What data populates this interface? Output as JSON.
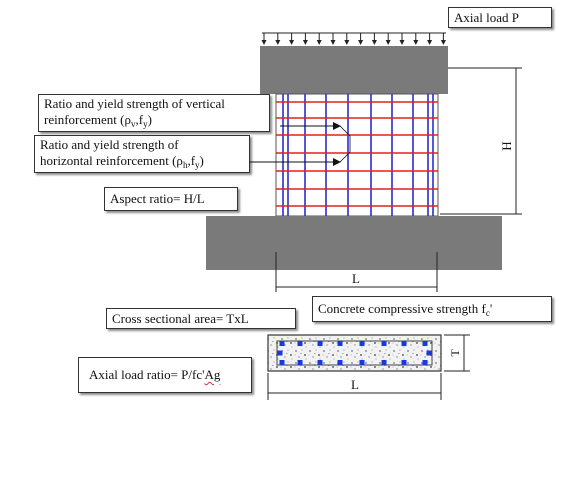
{
  "labels": {
    "axial_load": "Axial load P",
    "vertical_reinforcement_line1": "Ratio and yield strength of vertical",
    "vertical_reinforcement_line2_prefix": "reinforcement (ρ",
    "vertical_reinforcement_sub1": "v",
    "vertical_reinforcement_mid": ",f",
    "vertical_reinforcement_sub2": "y",
    "vertical_reinforcement_close": ")",
    "horizontal_reinforcement_line1": "Ratio and yield strength of",
    "horizontal_reinforcement_line2_prefix": "horizontal reinforcement (ρ",
    "horizontal_reinforcement_sub1": "h",
    "horizontal_reinforcement_mid": ",f",
    "horizontal_reinforcement_sub2": "y",
    "horizontal_reinforcement_close": ")",
    "aspect_ratio": "Aspect ratio= H/L",
    "cross_sectional_area": "Cross sectional area= TxL",
    "concrete_strength_prefix": "Concrete compressive strength f",
    "concrete_strength_sub": "c",
    "concrete_strength_prime": "'",
    "axial_load_ratio_prefix": "Axial load ratio= P/fc'",
    "axial_load_ratio_suffix": "Ag"
  },
  "dimensions": {
    "height": "H",
    "length": "L",
    "section_length": "L",
    "thickness": "T"
  },
  "colors": {
    "block": "#7a7a7a",
    "vertical_bar": "#2b2bd0",
    "horizontal_bar": "#e02020",
    "rebar_dot": "#1a3ad8",
    "line": "#222222"
  }
}
